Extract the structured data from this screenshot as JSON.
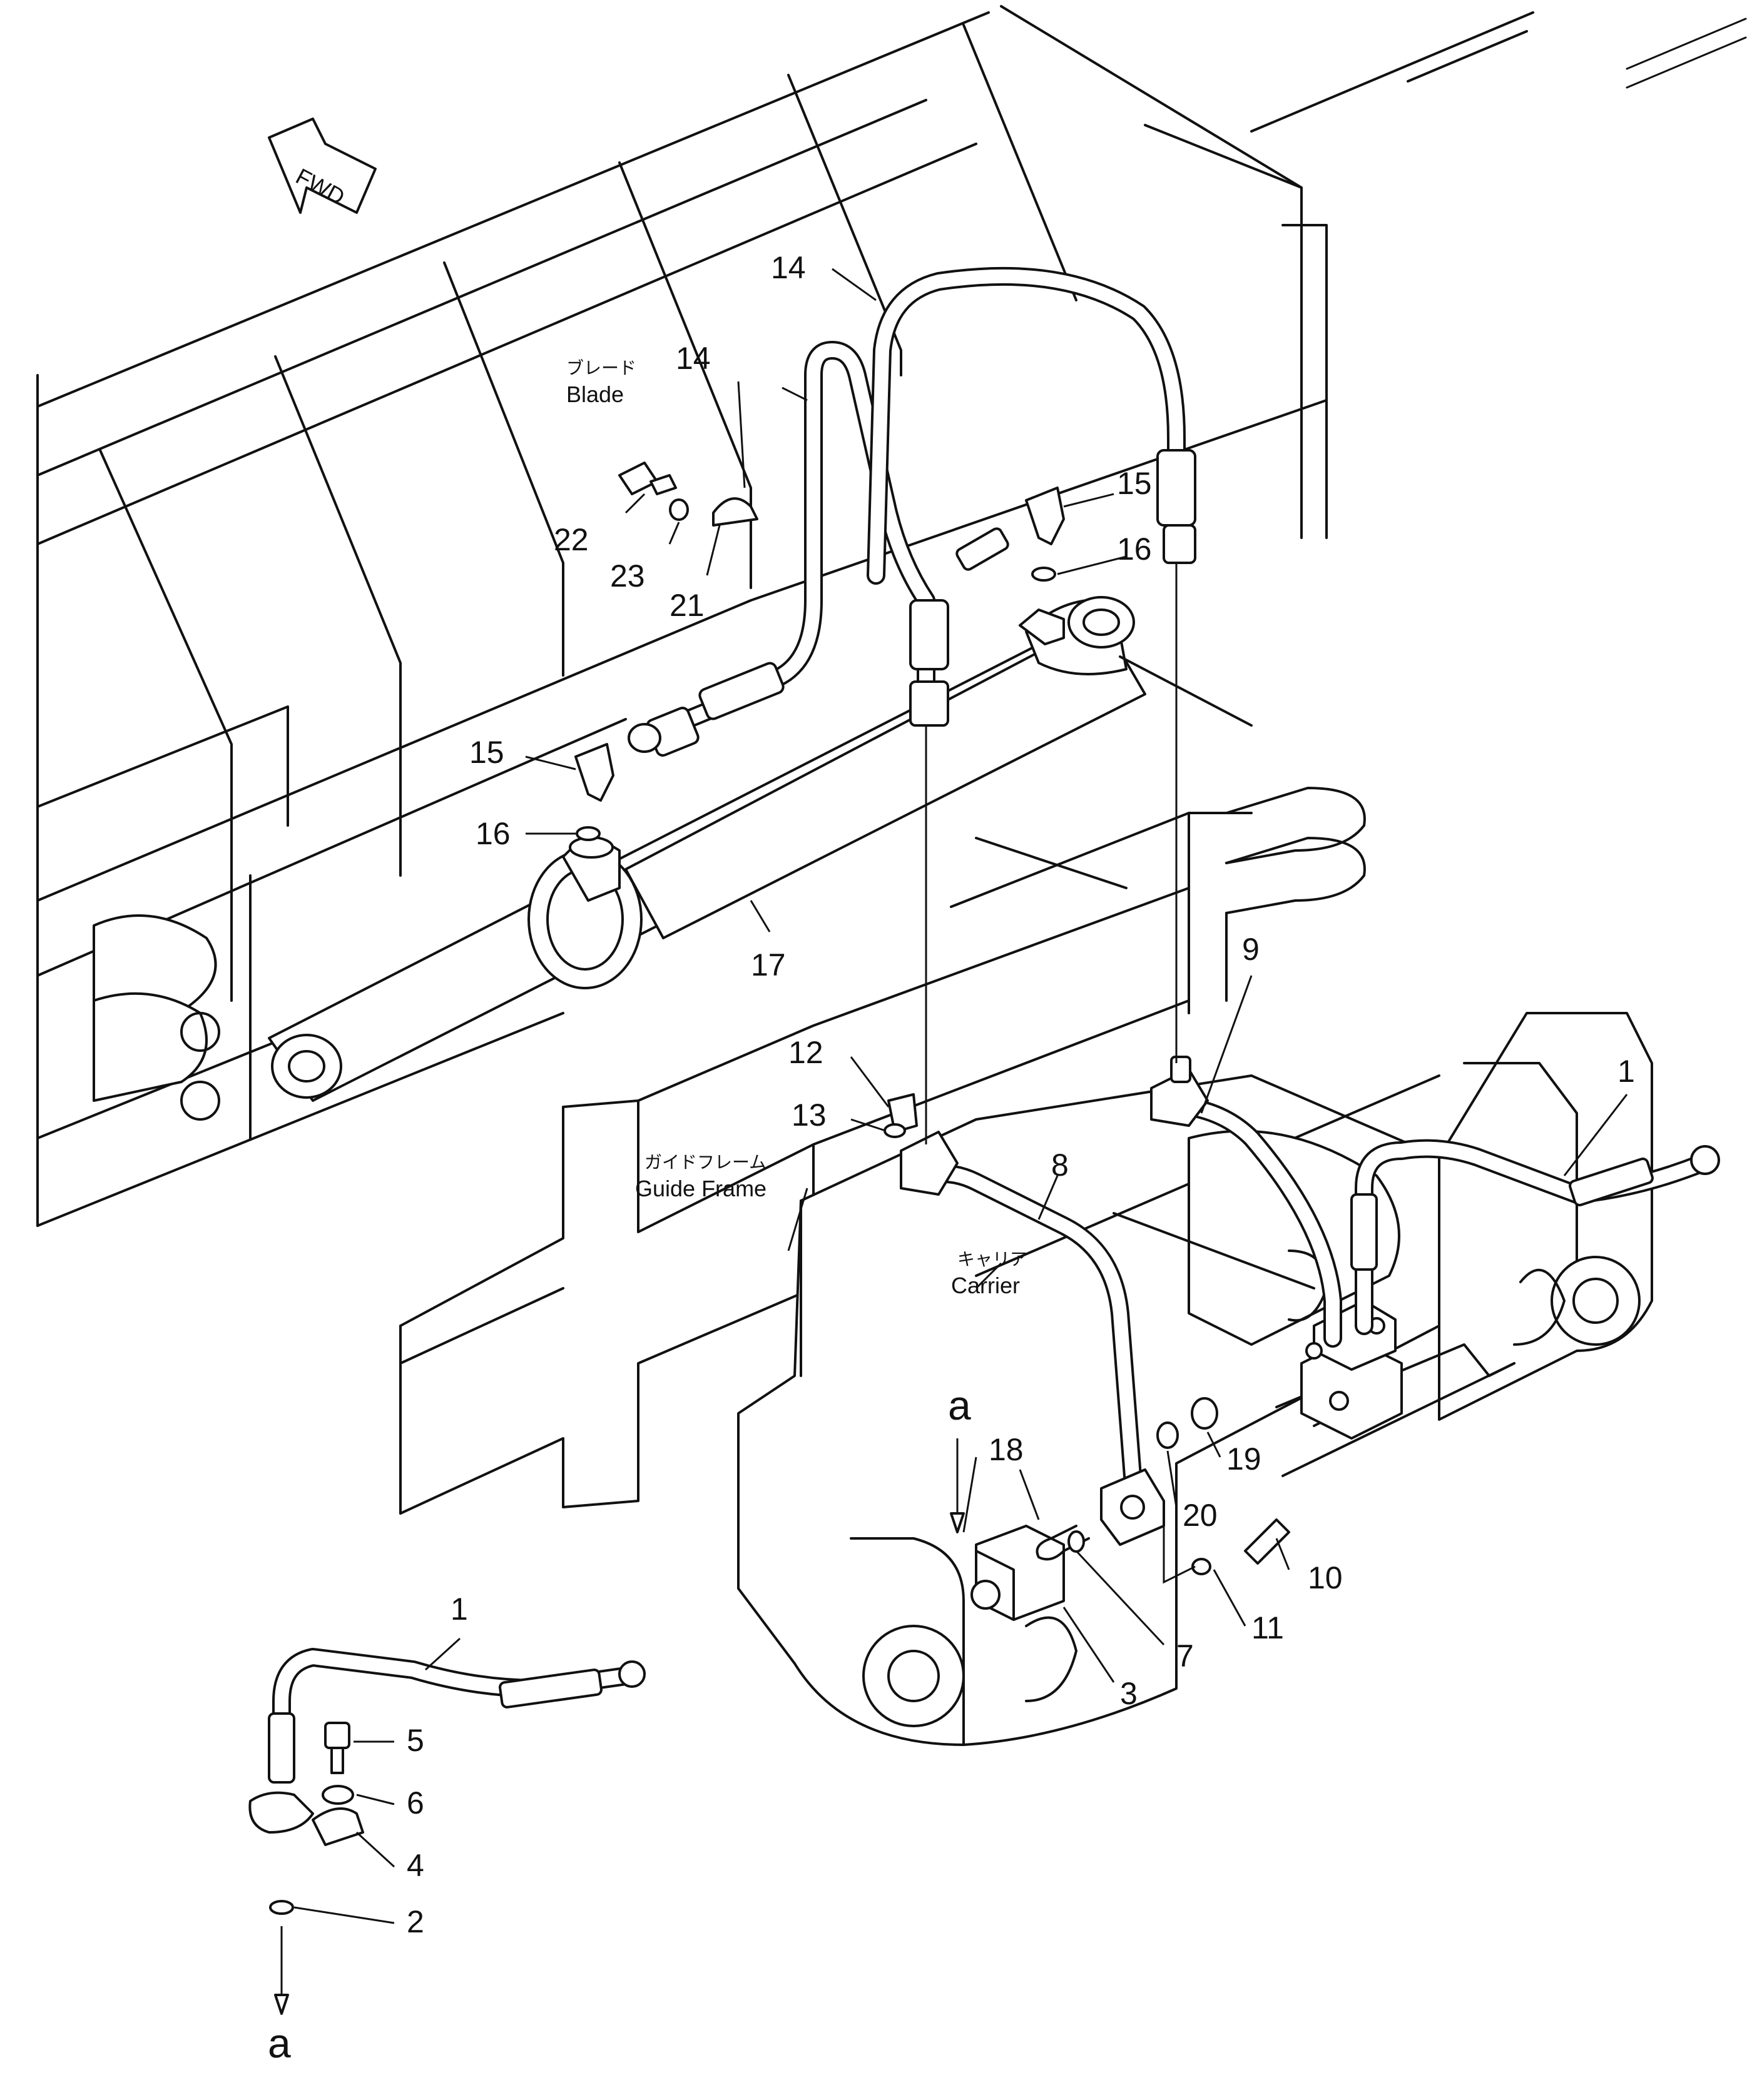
{
  "labels": {
    "fwd": "FWD",
    "blade_jp": "ブレード",
    "blade": "Blade",
    "guide_frame_jp": "ガイドフレーム",
    "guide_frame": "Guide Frame",
    "carrier_jp": "キャリア",
    "carrier": "Carrier",
    "ref_top": "a",
    "ref_bottom": "a"
  },
  "callouts": [
    "1",
    "2",
    "3",
    "4",
    "5",
    "6",
    "7",
    "8",
    "9",
    "10",
    "11",
    "12",
    "13",
    "14",
    "15",
    "16",
    "17",
    "18",
    "19",
    "20",
    "21",
    "22",
    "23"
  ]
}
